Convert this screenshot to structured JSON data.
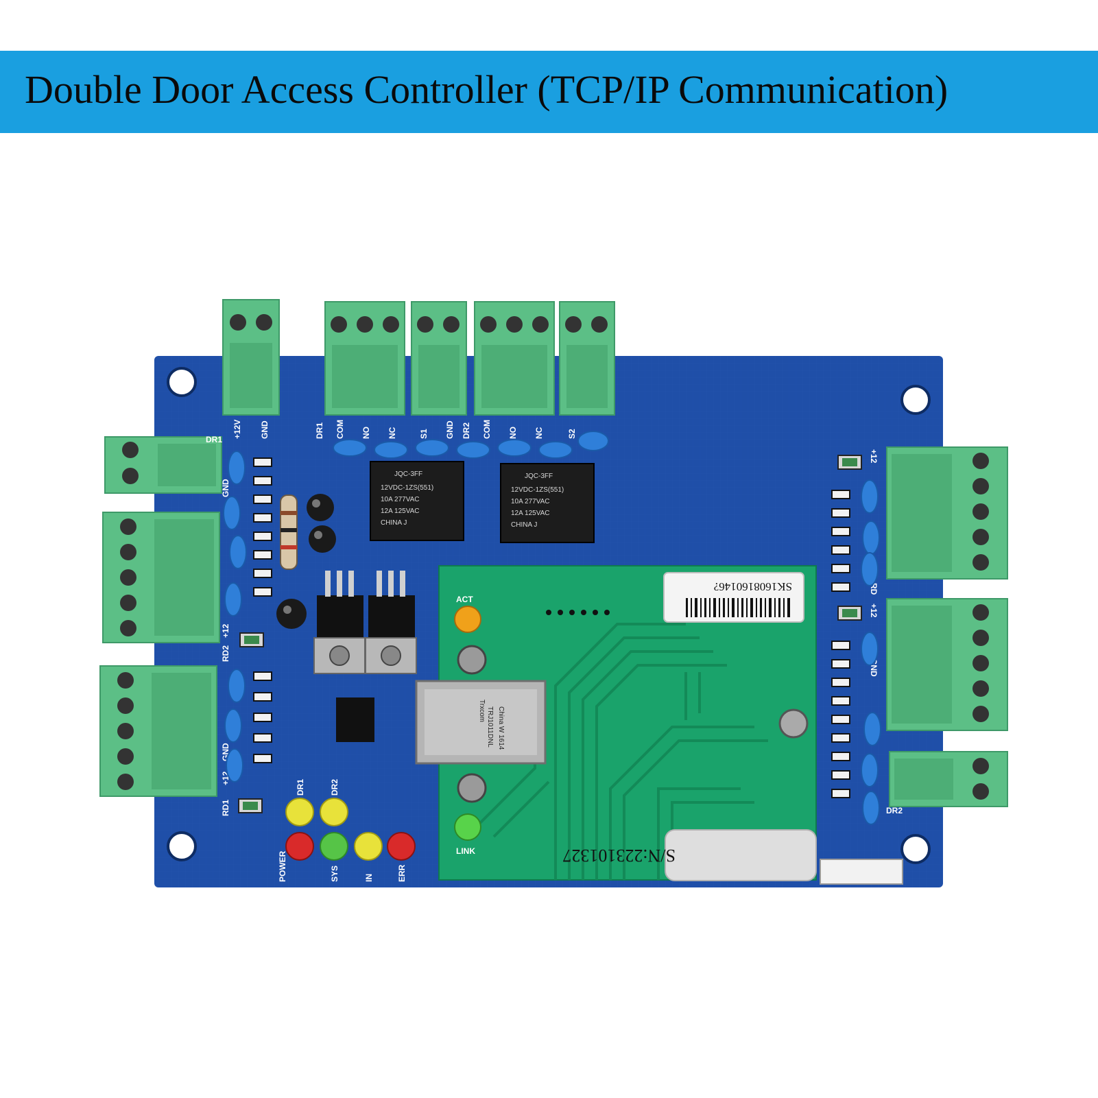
{
  "header": {
    "title": "Double Door Access Controller (TCP/IP Communication)",
    "background_color": "#1a9fe0"
  },
  "board": {
    "colors": {
      "pcb": "#1f4fa8",
      "module": "#1aa36b",
      "terminal": "#5cbf86"
    },
    "terminal_labels": [
      "DR1",
      "+12V",
      "GND",
      "DR1",
      "COM",
      "NO",
      "NC",
      "S1",
      "GND",
      "DR2",
      "COM",
      "NO",
      "NC",
      "S2"
    ],
    "side_labels_left": [
      "RD1",
      "+12",
      "GND",
      "RD2",
      "+12",
      "GND"
    ],
    "side_labels_right": [
      "+12",
      "RD",
      "GND",
      "+12",
      "DR2"
    ],
    "relay_1": {
      "brand": "JQC-3FF",
      "lines": [
        "12VDC-1ZS(551)",
        "10A 277VAC",
        "12A 125VAC",
        "CHINA J"
      ]
    },
    "relay_2": {
      "brand": "JQC-3FF",
      "lines": [
        "12VDC-1ZS(551)",
        "10A 277VAC",
        "12A 125VAC",
        "CHINA J"
      ]
    },
    "jack": {
      "brand": "Trxcom",
      "lines": [
        "TRJ1011DNL",
        "China W 1614"
      ]
    },
    "led_labels": [
      "DR1",
      "DR2",
      "POWER",
      "SYS",
      "IN",
      "ERR"
    ],
    "barcode_text": "SK1608160146?",
    "serial_label": "S/N:223101327",
    "module_labels": [
      "ACT",
      "LINK"
    ]
  }
}
